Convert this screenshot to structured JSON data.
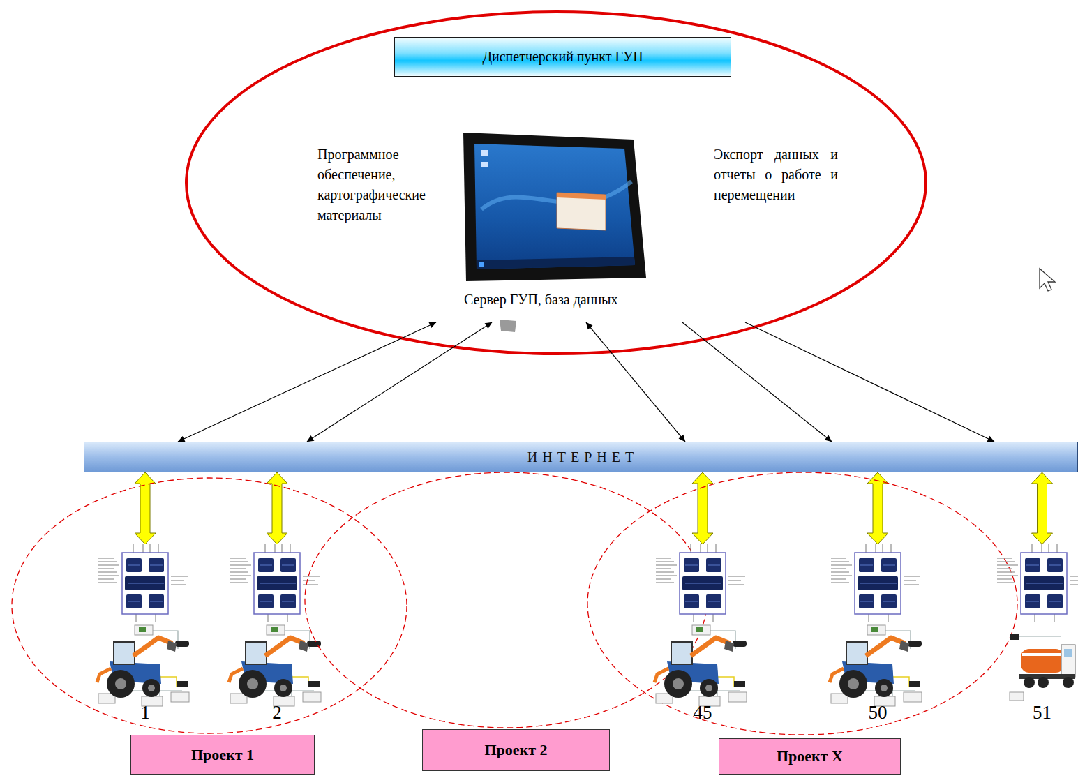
{
  "diagram": {
    "nodes": [
      {
        "text": [
          "Диспетчерский пункт ГУП"
        ]
      },
      {
        "text": [
          "Сервер ГУП, база данных"
        ]
      },
      {
        "text": [
          "И Н Т Е Р Н Е Т"
        ]
      },
      {
        "text": [
          "Проект 1"
        ]
      },
      {
        "text": [
          "1"
        ],
        "in": 3
      },
      {
        "text": [
          "2"
        ],
        "in": 3
      },
      {
        "text": [
          "Проект 2"
        ]
      },
      {
        "text": [
          "Проект X"
        ]
      },
      {
        "text": [
          "45"
        ],
        "in": 7
      },
      {
        "text": [
          "50"
        ],
        "in": 7
      },
      {
        "text": [
          "51"
        ]
      }
    ],
    "edges": [
      {
        "from": 1,
        "to": 2,
        "arrow": "both"
      },
      {
        "from": 1,
        "to": 2,
        "arrow": "both"
      },
      {
        "from": 1,
        "to": 2,
        "arrow": "both"
      },
      {
        "from": 1,
        "to": 2,
        "arrow": "to"
      },
      {
        "from": 1,
        "to": 2,
        "arrow": "to"
      },
      {
        "from": 2,
        "to": 4,
        "arrow": "both"
      },
      {
        "from": 2,
        "to": 5,
        "arrow": "both"
      },
      {
        "from": 2,
        "to": 8,
        "arrow": "both"
      },
      {
        "from": 2,
        "to": 9,
        "arrow": "both"
      },
      {
        "from": 2,
        "to": 10,
        "arrow": "both"
      }
    ],
    "labels": [
      "Программное обеспечение, картографические материалы",
      "Экспорт данных и отчеты о работе и перемещении"
    ]
  }
}
